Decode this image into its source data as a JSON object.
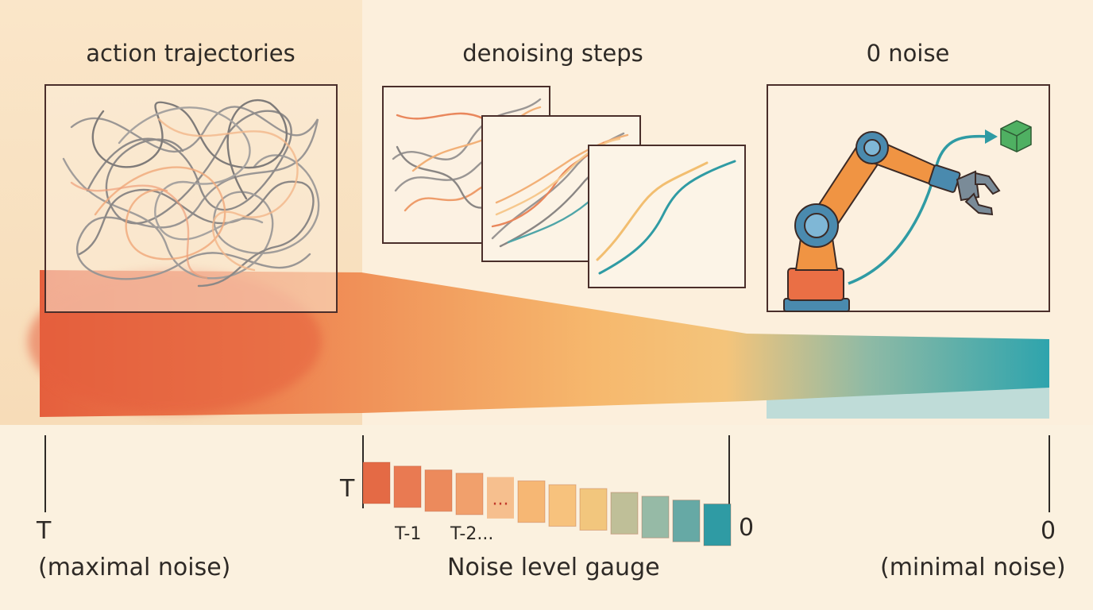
{
  "headings": {
    "left": "action trajectories",
    "middle": "denoising steps",
    "right": "0 noise"
  },
  "axis": {
    "left_tick": "T",
    "left_caption": "(maximal noise)",
    "right_tick": "0",
    "right_caption": "(minimal noise)"
  },
  "gauge": {
    "title": "Noise level gauge",
    "top_label": "T",
    "bottom_label": "0",
    "step_labels": [
      "T-1",
      "T-2..."
    ],
    "ellipsis": "...",
    "levels": [
      1.0,
      0.93,
      0.86,
      0.8,
      0.73,
      0.66,
      0.59,
      0.52,
      0.45,
      0.38,
      0.31,
      0.24
    ],
    "colors": [
      "#e46a45",
      "#e97a52",
      "#ec8a5c",
      "#f1a06c",
      "#f6bf8e",
      "#f6b774",
      "#f7c27d",
      "#f2c67d",
      "#bfbf98",
      "#96baa6",
      "#66a9a5",
      "#2f9ba4"
    ]
  },
  "colors": {
    "noise_hot": "#e55f3d",
    "noise_mid": "#f6b86d",
    "noise_cool": "#2ea4ad",
    "robot_orange": "#f09443",
    "robot_blue": "#4a8aae",
    "target_green": "#4fb062",
    "frame": "#4a2e2a"
  },
  "icons": {
    "robot": "robot-arm-icon",
    "target": "cube-icon"
  }
}
